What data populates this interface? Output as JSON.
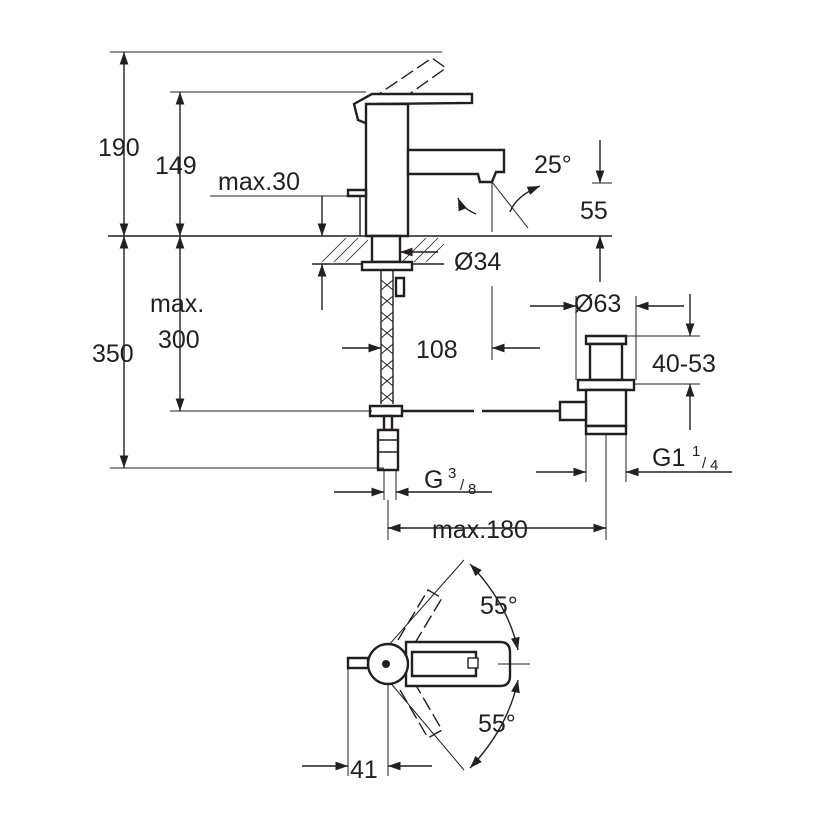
{
  "dimensions": {
    "total_height": "190",
    "spout_height": "149",
    "max_counter_thickness": "max.30",
    "aerator_clearance": "55",
    "spout_angle": "25°",
    "hole_diameter": "Ø34",
    "below_counter_max_label": "max.",
    "below_counter_max_value": "300",
    "below_counter_total": "350",
    "spout_reach": "108",
    "waste_diameter": "Ø63",
    "waste_range": "40-53",
    "waste_thread_main": "G1",
    "waste_thread_num": "1",
    "waste_thread_den": "4",
    "connection_thread_main": "G",
    "connection_thread_num": "3",
    "connection_thread_den": "8",
    "max_offset": "max.180",
    "lever_angle_back": "55°",
    "lever_angle_front": "55°",
    "lever_offset": "41"
  }
}
